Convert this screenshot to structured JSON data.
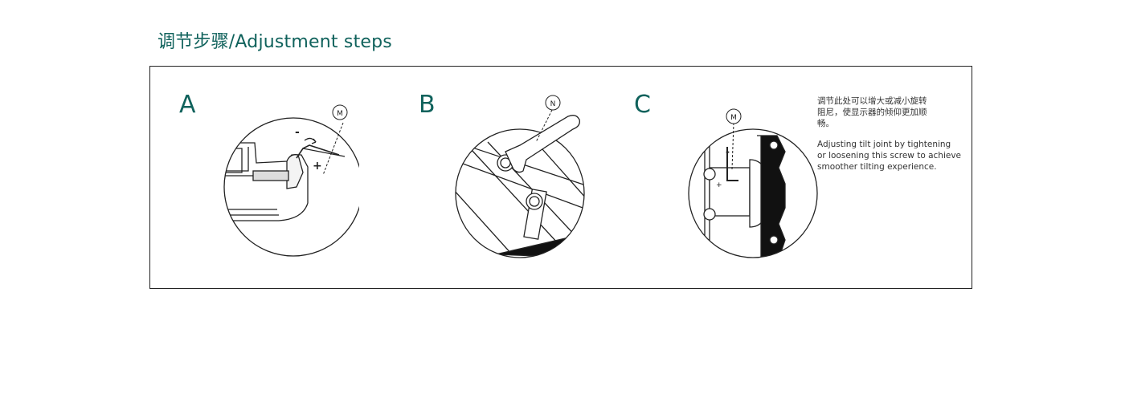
{
  "page": {
    "title": "调节步骤/Adjustment steps"
  },
  "steps": [
    {
      "letter": "A",
      "tool_marker": "M",
      "minus_sign": "-",
      "plus_sign": "+"
    },
    {
      "letter": "B",
      "tool_marker": "N"
    },
    {
      "letter": "C",
      "tool_marker": "M",
      "minus_sign": "-",
      "plus_sign": "+"
    }
  ],
  "note": {
    "cn": "调节此处可以增大或减小旋转阻尼，使显示器的倾仰更加顺畅。",
    "en": "Adjusting tilt joint by tightening or loosening this screw to achieve smoother tilting experience."
  },
  "colors": {
    "accent": "#10625c",
    "line": "#222222"
  }
}
